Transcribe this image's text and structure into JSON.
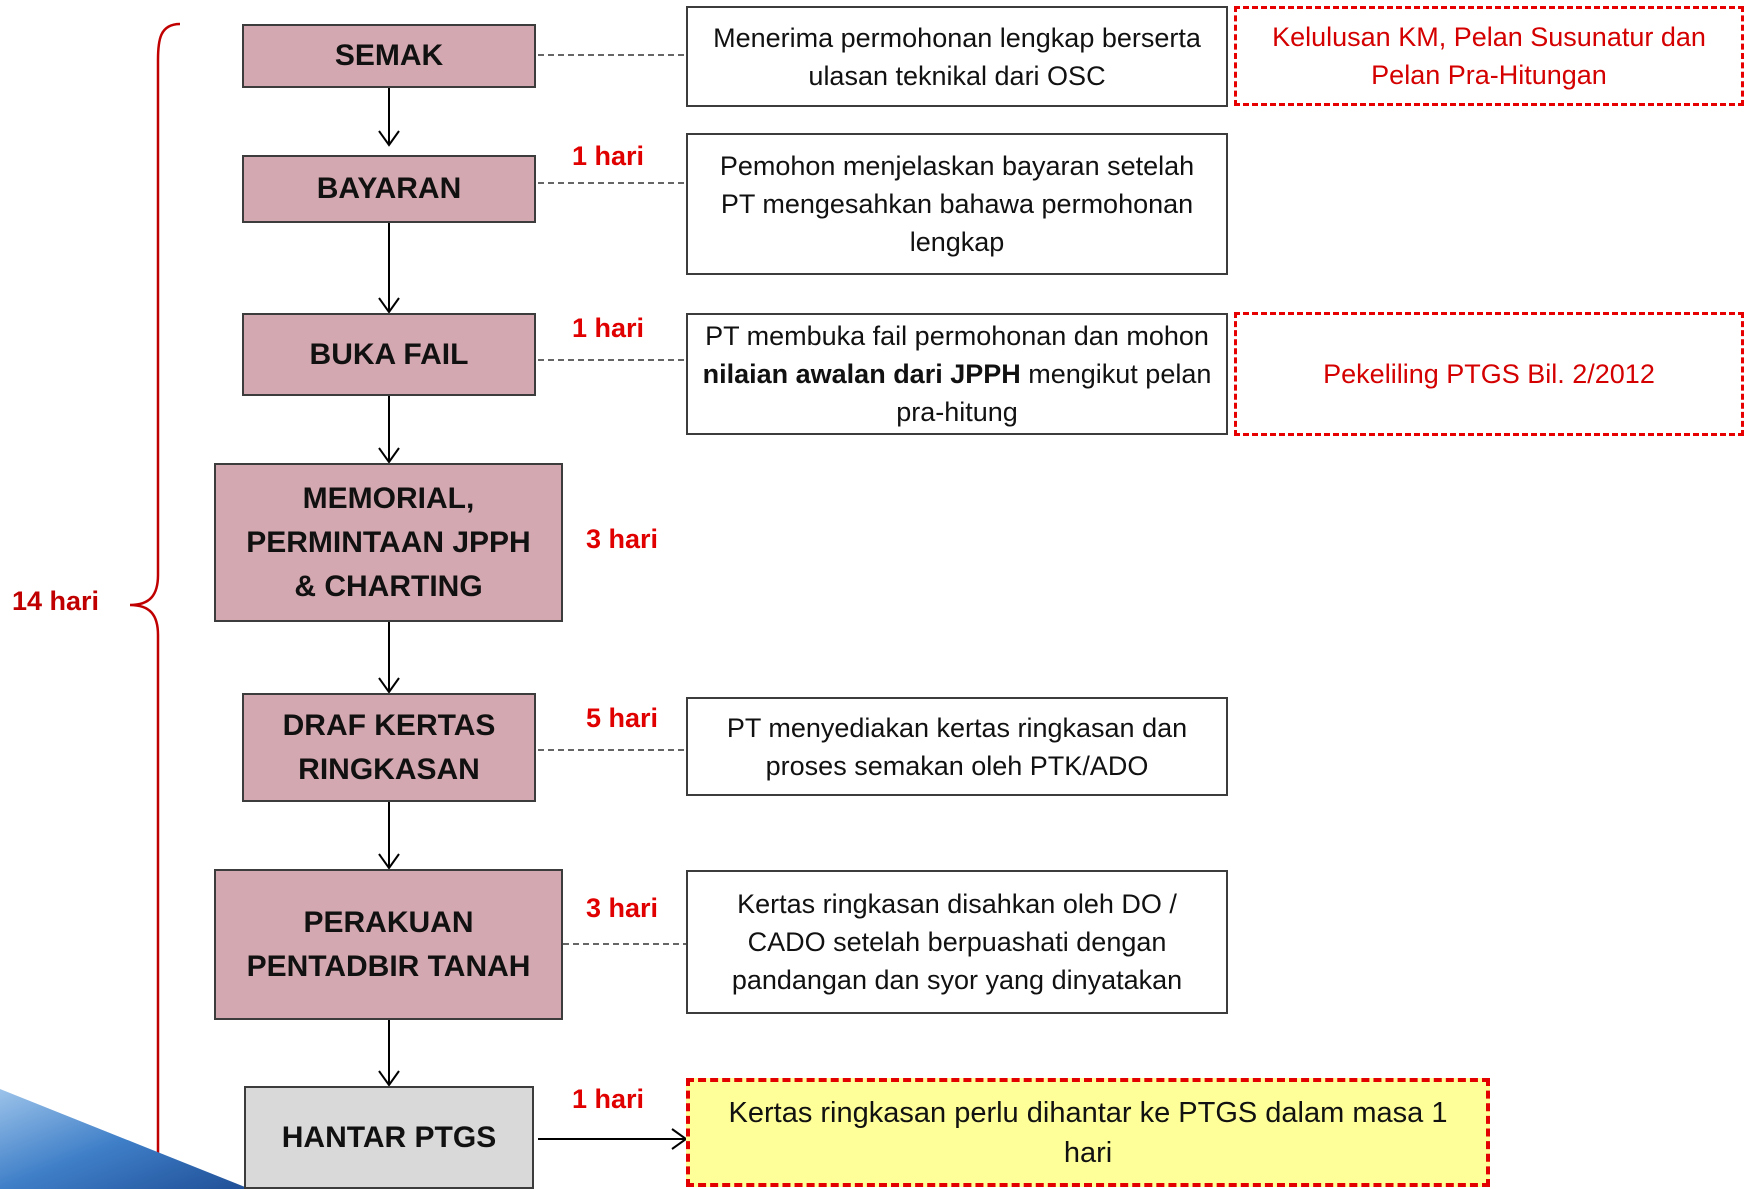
{
  "total_duration": "14 hari",
  "steps": [
    {
      "label": "SEMAK",
      "duration": "",
      "description": "Menerima permohonan lengkap berserta ulasan teknikal dari OSC",
      "reference": "Kelulusan KM, Pelan Susunatur dan Pelan Pra-Hitungan"
    },
    {
      "label": "BAYARAN",
      "duration": "1 hari",
      "description": "Pemohon menjelaskan bayaran setelah PT mengesahkan bahawa permohonan lengkap"
    },
    {
      "label": "BUKA FAIL",
      "duration": "1 hari",
      "description_parts": {
        "before": "PT membuka fail permohonan dan mohon ",
        "bold": "nilaian awalan dari JPPH",
        "after": " mengikut pelan pra-hitung"
      },
      "reference": "Pekeliling PTGS Bil. 2/2012"
    },
    {
      "label": "MEMORIAL,\nPERMINTAAN JPPH\n& CHARTING",
      "duration": "3 hari"
    },
    {
      "label": "DRAF KERTAS\nRINGKASAN",
      "duration": "5 hari",
      "description": "PT menyediakan kertas ringkasan dan proses semakan oleh PTK/ADO"
    },
    {
      "label": "PERAKUAN\nPENTADBIR TANAH",
      "duration": "3 hari",
      "description": "Kertas ringkasan disahkan oleh DO / CADO setelah berpuashati dengan pandangan dan syor yang dinyatakan"
    },
    {
      "label": "HANTAR PTGS",
      "duration": "1 hari",
      "description": "Kertas ringkasan perlu dihantar ke PTGS dalam masa 1 hari"
    }
  ],
  "colors": {
    "step_fill": "#d4a8b0",
    "final_step_fill": "#d9d9d9",
    "accent_red": "#e00000",
    "note_fill": "#ffff99",
    "corner_blue": "#2f6fbd"
  },
  "icons": {
    "corner": "blue-corner-wedge-icon"
  }
}
